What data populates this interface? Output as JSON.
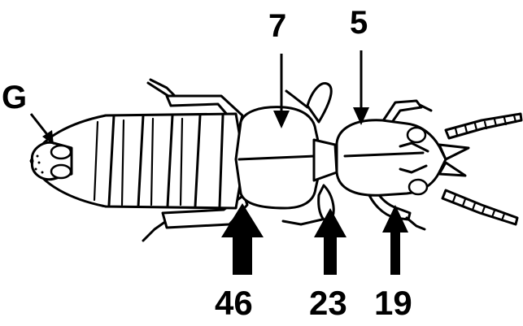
{
  "labels": {
    "g": "G",
    "pronotum": "7",
    "head": "5",
    "hind_leg": "46",
    "mid_leg": "23",
    "fore_leg": "19"
  }
}
